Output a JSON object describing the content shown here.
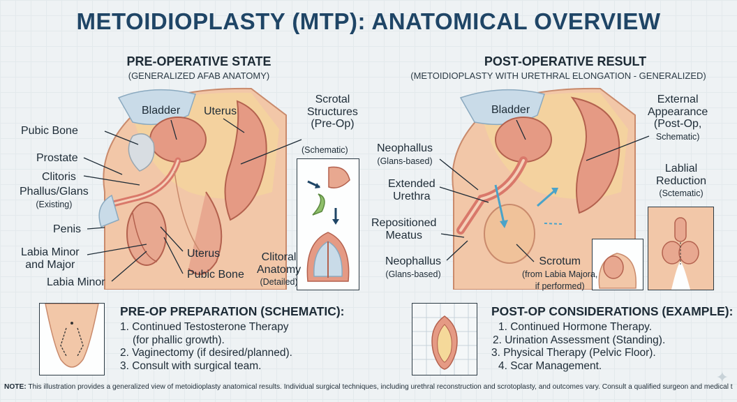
{
  "title": "METOIDIOPLASTY (MTP): ANATOMICAL OVERVIEW",
  "pre": {
    "title": "PRE-OPERATIVE STATE",
    "subtitle": "(GENERALIZED AFAB ANATOMY)",
    "labels": {
      "bladder": "Bladder",
      "uterus_top": "Uterus",
      "pubic_bone_left": "Pubic Bone",
      "prostate": "Prostate",
      "clitoris": "Clitoris",
      "phallus": "Phallus/Glans",
      "phallus_sub": "(Existing)",
      "penis": "Penis",
      "labia_minor_major_1": "Labia Minor",
      "labia_minor_major_2": "and Major",
      "labia_minor": "Labia Minor",
      "uterus_bottom": "Uterus",
      "pubic_bone_bottom": "Pubic Bone",
      "scrotal_1": "Scrotal",
      "scrotal_2": "Structures",
      "scrotal_3": "(Pre-Op)",
      "schematic": "(Schematic)",
      "clitoral_1": "Clitoral",
      "clitoral_2": "Anatomy",
      "clitoral_3": "(Detailed)"
    }
  },
  "post": {
    "title": "POST-OPERATIVE RESULT",
    "subtitle": "(METOIDIOPLASTY WITH URETHRAL ELONGATION - GENERALIZED)",
    "labels": {
      "bladder": "Bladder",
      "neophallus_top_1": "Neophallus",
      "neophallus_top_2": "(Glans-based)",
      "urethra_1": "Extended",
      "urethra_2": "Urethra",
      "meatus_1": "Repositioned",
      "meatus_2": "Meatus",
      "neophallus_bottom_1": "Neophallus",
      "neophallus_bottom_2": "(Glans-based)",
      "scrotum_1": "Scrotum",
      "scrotum_2": "(from Labia Majora,",
      "scrotum_3": "if performed)",
      "external_1": "External",
      "external_2": "Appearance",
      "external_3": "(Post-Op,",
      "external_4": "Schematic)",
      "labial_1": "Lablial",
      "labial_2": "Reduction",
      "labial_3": "(Sctematic)"
    }
  },
  "preop_prep": {
    "heading": "PRE-OP PREPARATION (SCHEMATIC):",
    "items": [
      "1. Continued Testosterone Therapy",
      "(for phallic growth).",
      "2. Vaginectomy (if desired/planned).",
      "3. Consult with surgical team."
    ]
  },
  "postop_cons": {
    "heading": "POST-OP CONSIDERATIONS (EXAMPLE):",
    "items": [
      "1. Continued Hormone Therapy.",
      "2. Urination Assessment (Standing).",
      "3. Physical Therapy (Pelvic Floor).",
      "4. Scar Management."
    ]
  },
  "note": {
    "prefix": "NOTE:",
    "text": " This illustration provides a generalized view of metoidioplasty anatomical results. Individual surgical techniques, including urethral reconstruction and scrotoplasty, and outcomes vary. Consult a qualified surgeon and medical team."
  },
  "colors": {
    "title": "#1f4566",
    "skin": "#f2c7a8",
    "tissue": "#e59a84",
    "organ": "#d9786a",
    "bladder_fill": "#c9dbe8",
    "bone": "#d8dde2",
    "urethra_green": "#8fbf6a",
    "arrow_blue": "#4aa3c9"
  }
}
